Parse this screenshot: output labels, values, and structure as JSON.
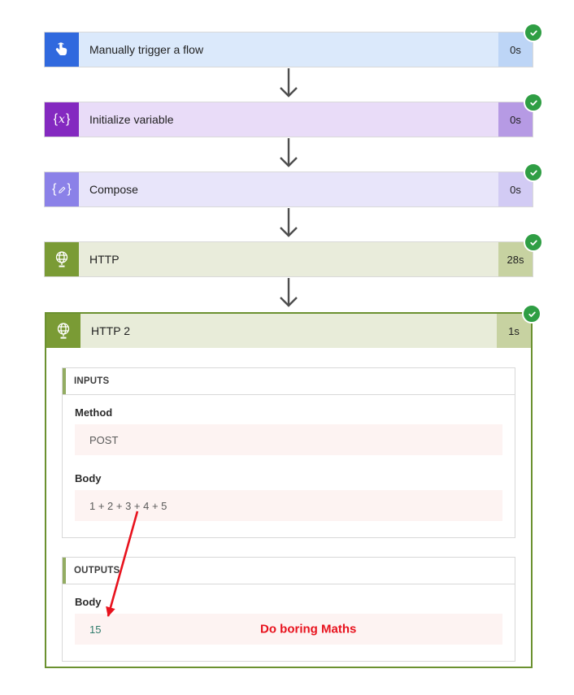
{
  "app": {
    "name": "Flow run history — action list"
  },
  "colors": {
    "success_green": "#2f9e44",
    "annotation_red": "#e8121d",
    "card_border_green": "#6b9130",
    "trigger_blue": "#3069de",
    "variable_purple": "#8429c0",
    "compose_periwinkle": "#8b81e8",
    "http_olive": "#7a9b35",
    "value_box_pink": "#fdf3f2",
    "result_teal": "#317c6d",
    "section_accent_olive": "#93ac62"
  },
  "steps": [
    {
      "title": "Manually trigger a flow",
      "duration": "0s",
      "status": "succeeded",
      "icon": "tap-icon",
      "status_icon": "check-circle-icon"
    },
    {
      "title": "Initialize variable",
      "duration": "0s",
      "status": "succeeded",
      "icon": "variable-braces-icon",
      "status_icon": "check-circle-icon"
    },
    {
      "title": "Compose",
      "duration": "0s",
      "status": "succeeded",
      "icon": "compose-braces-pencil-icon",
      "status_icon": "check-circle-icon"
    },
    {
      "title": "HTTP",
      "duration": "28s",
      "status": "succeeded",
      "icon": "globe-icon",
      "status_icon": "check-circle-icon"
    },
    {
      "title": "HTTP 2",
      "duration": "1s",
      "status": "succeeded",
      "icon": "globe-icon",
      "status_icon": "check-circle-icon"
    }
  ],
  "glyphs": {
    "var_open": "{",
    "var_x": "x",
    "var_close": "}",
    "compose_open": "{",
    "compose_close": "}"
  },
  "details": {
    "inputs": {
      "heading": "INPUTS",
      "method_label": "Method",
      "method_value": "POST",
      "body_label": "Body",
      "body_value": "1 + 2 + 3 + 4 + 5"
    },
    "outputs": {
      "heading": "OUTPUTS",
      "body_label": "Body",
      "body_value": "15"
    },
    "annotation": {
      "text": "Do boring Maths"
    }
  }
}
